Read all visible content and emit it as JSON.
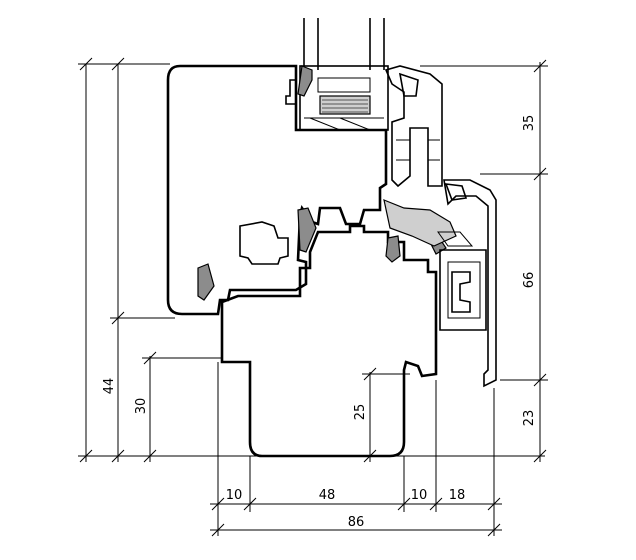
{
  "dimensions": {
    "top_right": "35",
    "mid_right": "66",
    "bottom_right": "23",
    "left_total": "44",
    "left_inner": "30",
    "inner_vertical": "25",
    "bottom_seg1": "10",
    "bottom_seg2": "48",
    "bottom_seg3": "10",
    "bottom_seg4": "18",
    "bottom_total": "86"
  }
}
